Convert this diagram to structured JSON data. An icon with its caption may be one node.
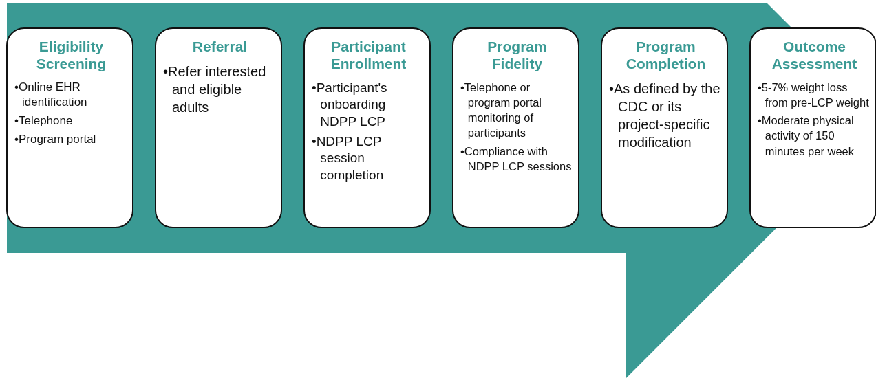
{
  "diagram": {
    "nodes": [
      {
        "text": [
          "Eligibility Screening",
          "•Online EHR identification",
          "•Telephone",
          "•Program portal"
        ]
      },
      {
        "text": [
          "Referral",
          "•Refer interested and eligible adults"
        ]
      },
      {
        "text": [
          "Participant Enrollment",
          "•Participant's onboarding NDPP LCP",
          "•NDPP LCP session completion"
        ]
      },
      {
        "text": [
          "Program Fidelity",
          "•Telephone or program portal monitoring of participants",
          "•Compliance with NDPP LCP sessions"
        ]
      },
      {
        "text": [
          "Program Completion",
          "•As defined by the CDC or its project-specific modification"
        ]
      },
      {
        "text": [
          "Outcome Assessment",
          "•5-7% weight loss from pre-LCP weight",
          "•Moderate physical activity of 150 minutes per week"
        ]
      }
    ],
    "edges": [
      {
        "from": 0,
        "to": 5,
        "arrow": "to"
      }
    ]
  }
}
